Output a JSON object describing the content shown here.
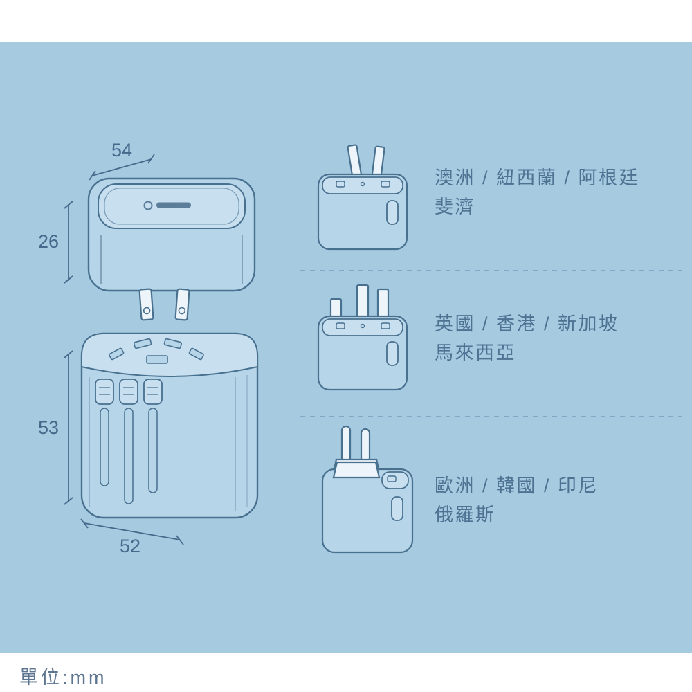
{
  "page": {
    "unit_label": "單位:mm"
  },
  "dimensions": {
    "lid_width": "54",
    "lid_height": "26",
    "body_height": "53",
    "body_width": "52"
  },
  "regions": [
    {
      "plug": "us-au-angled-pins",
      "line1": "澳洲 / 紐西蘭 / 阿根廷",
      "line2": "斐濟"
    },
    {
      "plug": "uk-rectangular-pins",
      "line1": "英國 / 香港 / 新加坡",
      "line2": "馬來西亞"
    },
    {
      "plug": "eu-round-pins",
      "line1": "歐洲 / 韓國 / 印尼",
      "line2": "俄羅斯"
    }
  ],
  "colors": {
    "background": "#a6cbe1",
    "panel_white": "#ffffff",
    "line_art": "#48708f",
    "face_light": "#c8dfef",
    "face_mid": "#b7d5e9",
    "pin_white": "#eef5fa",
    "label_text": "#4d7292",
    "dimension_text": "#46688a",
    "dashed_divider": "#7fa9c6"
  }
}
